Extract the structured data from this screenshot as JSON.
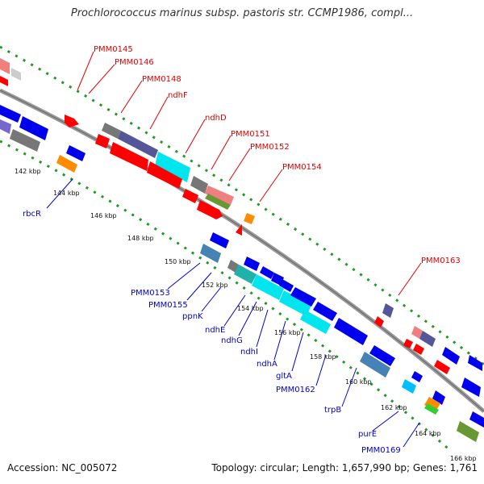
{
  "title": "Prochlorococcus marinus subsp. pastoris str. CCMP1986, compl...",
  "footer": {
    "accession": "Accession: NC_005072",
    "summary": "Topology: circular; Length: 1,657,990 bp; Genes: 1,761"
  },
  "colors": {
    "forward_label": "#e00000",
    "reverse_label": "#0000cc",
    "backbone": "#999999",
    "tick": "#229922"
  },
  "forward_labels": [
    "PMM0145",
    "PMM0146",
    "PMM0148",
    "ndhF",
    "ndhD",
    "PMM0151",
    "PMM0152",
    "PMM0154",
    "PMM0163"
  ],
  "reverse_labels": [
    "rbcR",
    "PMM0153",
    "PMM0155",
    "ppnK",
    "ndhE",
    "ndhG",
    "ndhI",
    "ndhA",
    "gltA",
    "PMM0162",
    "trpB",
    "purE",
    "PMM0169"
  ],
  "kbp_ticks": [
    "142 kbp",
    "144 kbp",
    "146 kbp",
    "148 kbp",
    "150 kbp",
    "152 kbp",
    "154 kbp",
    "156 kbp",
    "158 kbp",
    "160 kbp",
    "162 kbp",
    "164 kbp",
    "166 kbp"
  ]
}
